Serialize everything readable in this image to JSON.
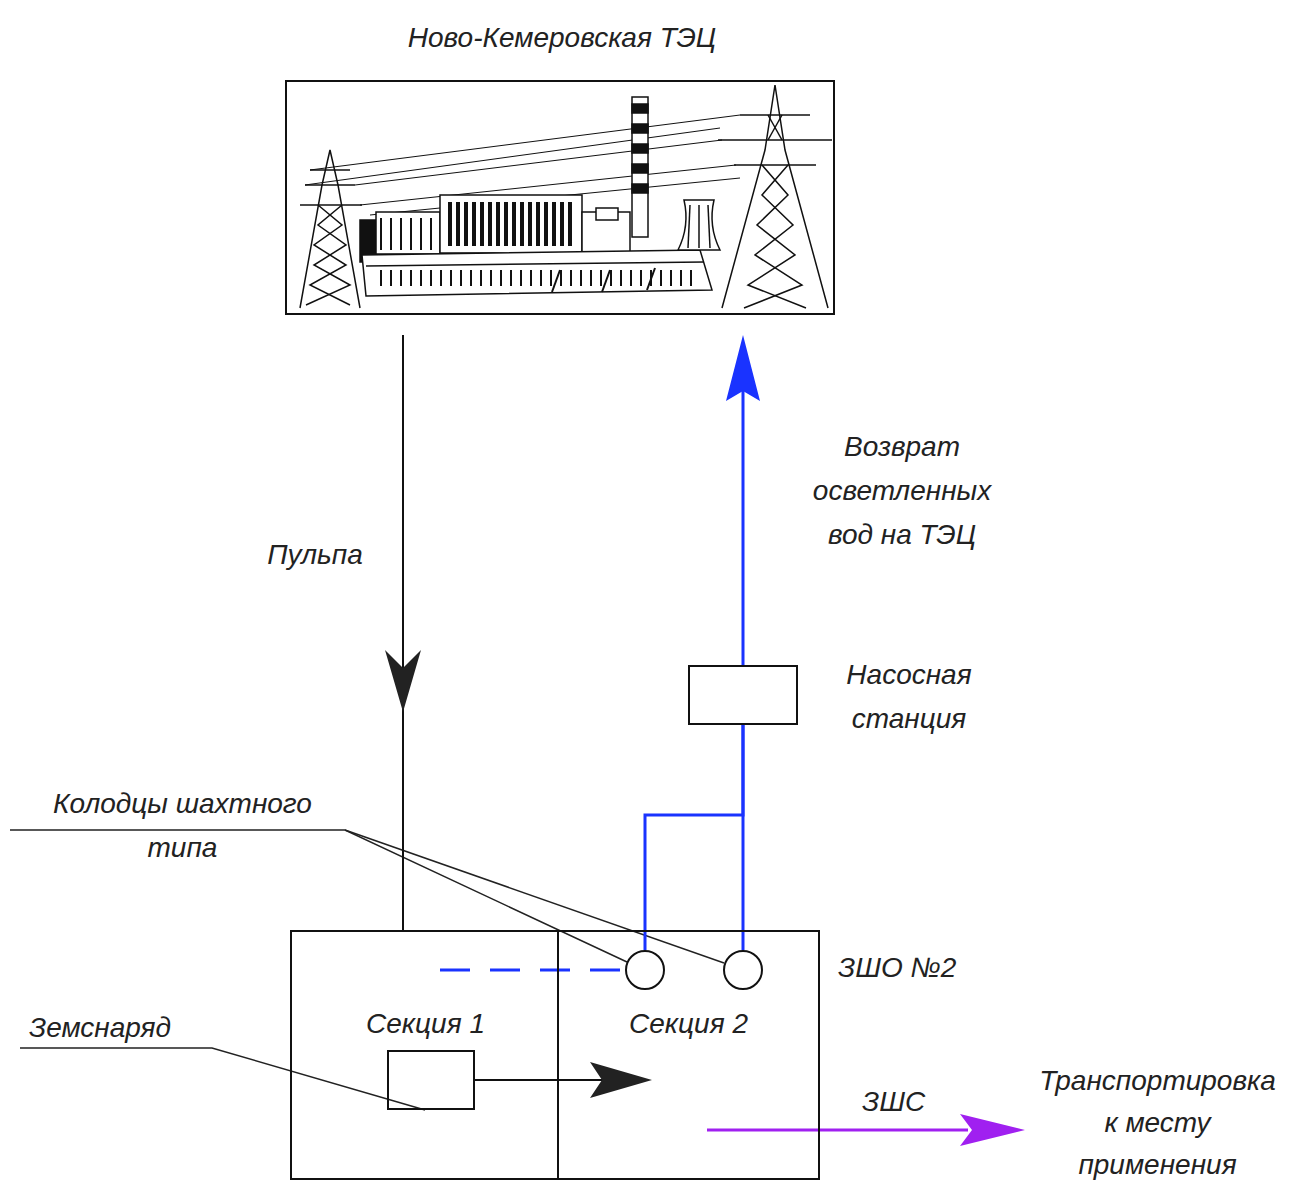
{
  "diagram": {
    "nodes": [
      {
        "text": [
          "Ново-Кемеровская ТЭЦ"
        ]
      },
      {
        "text": [
          "Насосная станция"
        ]
      },
      {
        "text": [
          "ЗШО №2"
        ]
      },
      {
        "text": [
          "Секция 1"
        ],
        "in": 2
      },
      {
        "text": [
          "Секция 2"
        ],
        "in": 2
      },
      {
        "text": [
          "Земснаряд"
        ],
        "in": 3
      },
      {
        "text": [],
        "in": 4
      },
      {
        "text": [],
        "in": 4
      }
    ],
    "edges": [
      {
        "from": 0,
        "to": 2,
        "arrow": "to",
        "label": "Пульпа"
      },
      {
        "from": 6,
        "to": 1,
        "arrow": "none"
      },
      {
        "from": 7,
        "to": 1,
        "arrow": "none"
      },
      {
        "from": 1,
        "to": 0,
        "arrow": "to",
        "label": "Возврат осветленных вод на ТЭЦ"
      },
      {
        "from": 5,
        "to": 4,
        "arrow": "to"
      }
    ],
    "labels": [
      "Колодцы шахтного типа",
      "ЗШС",
      "Транспортировка к месту применения"
    ]
  }
}
